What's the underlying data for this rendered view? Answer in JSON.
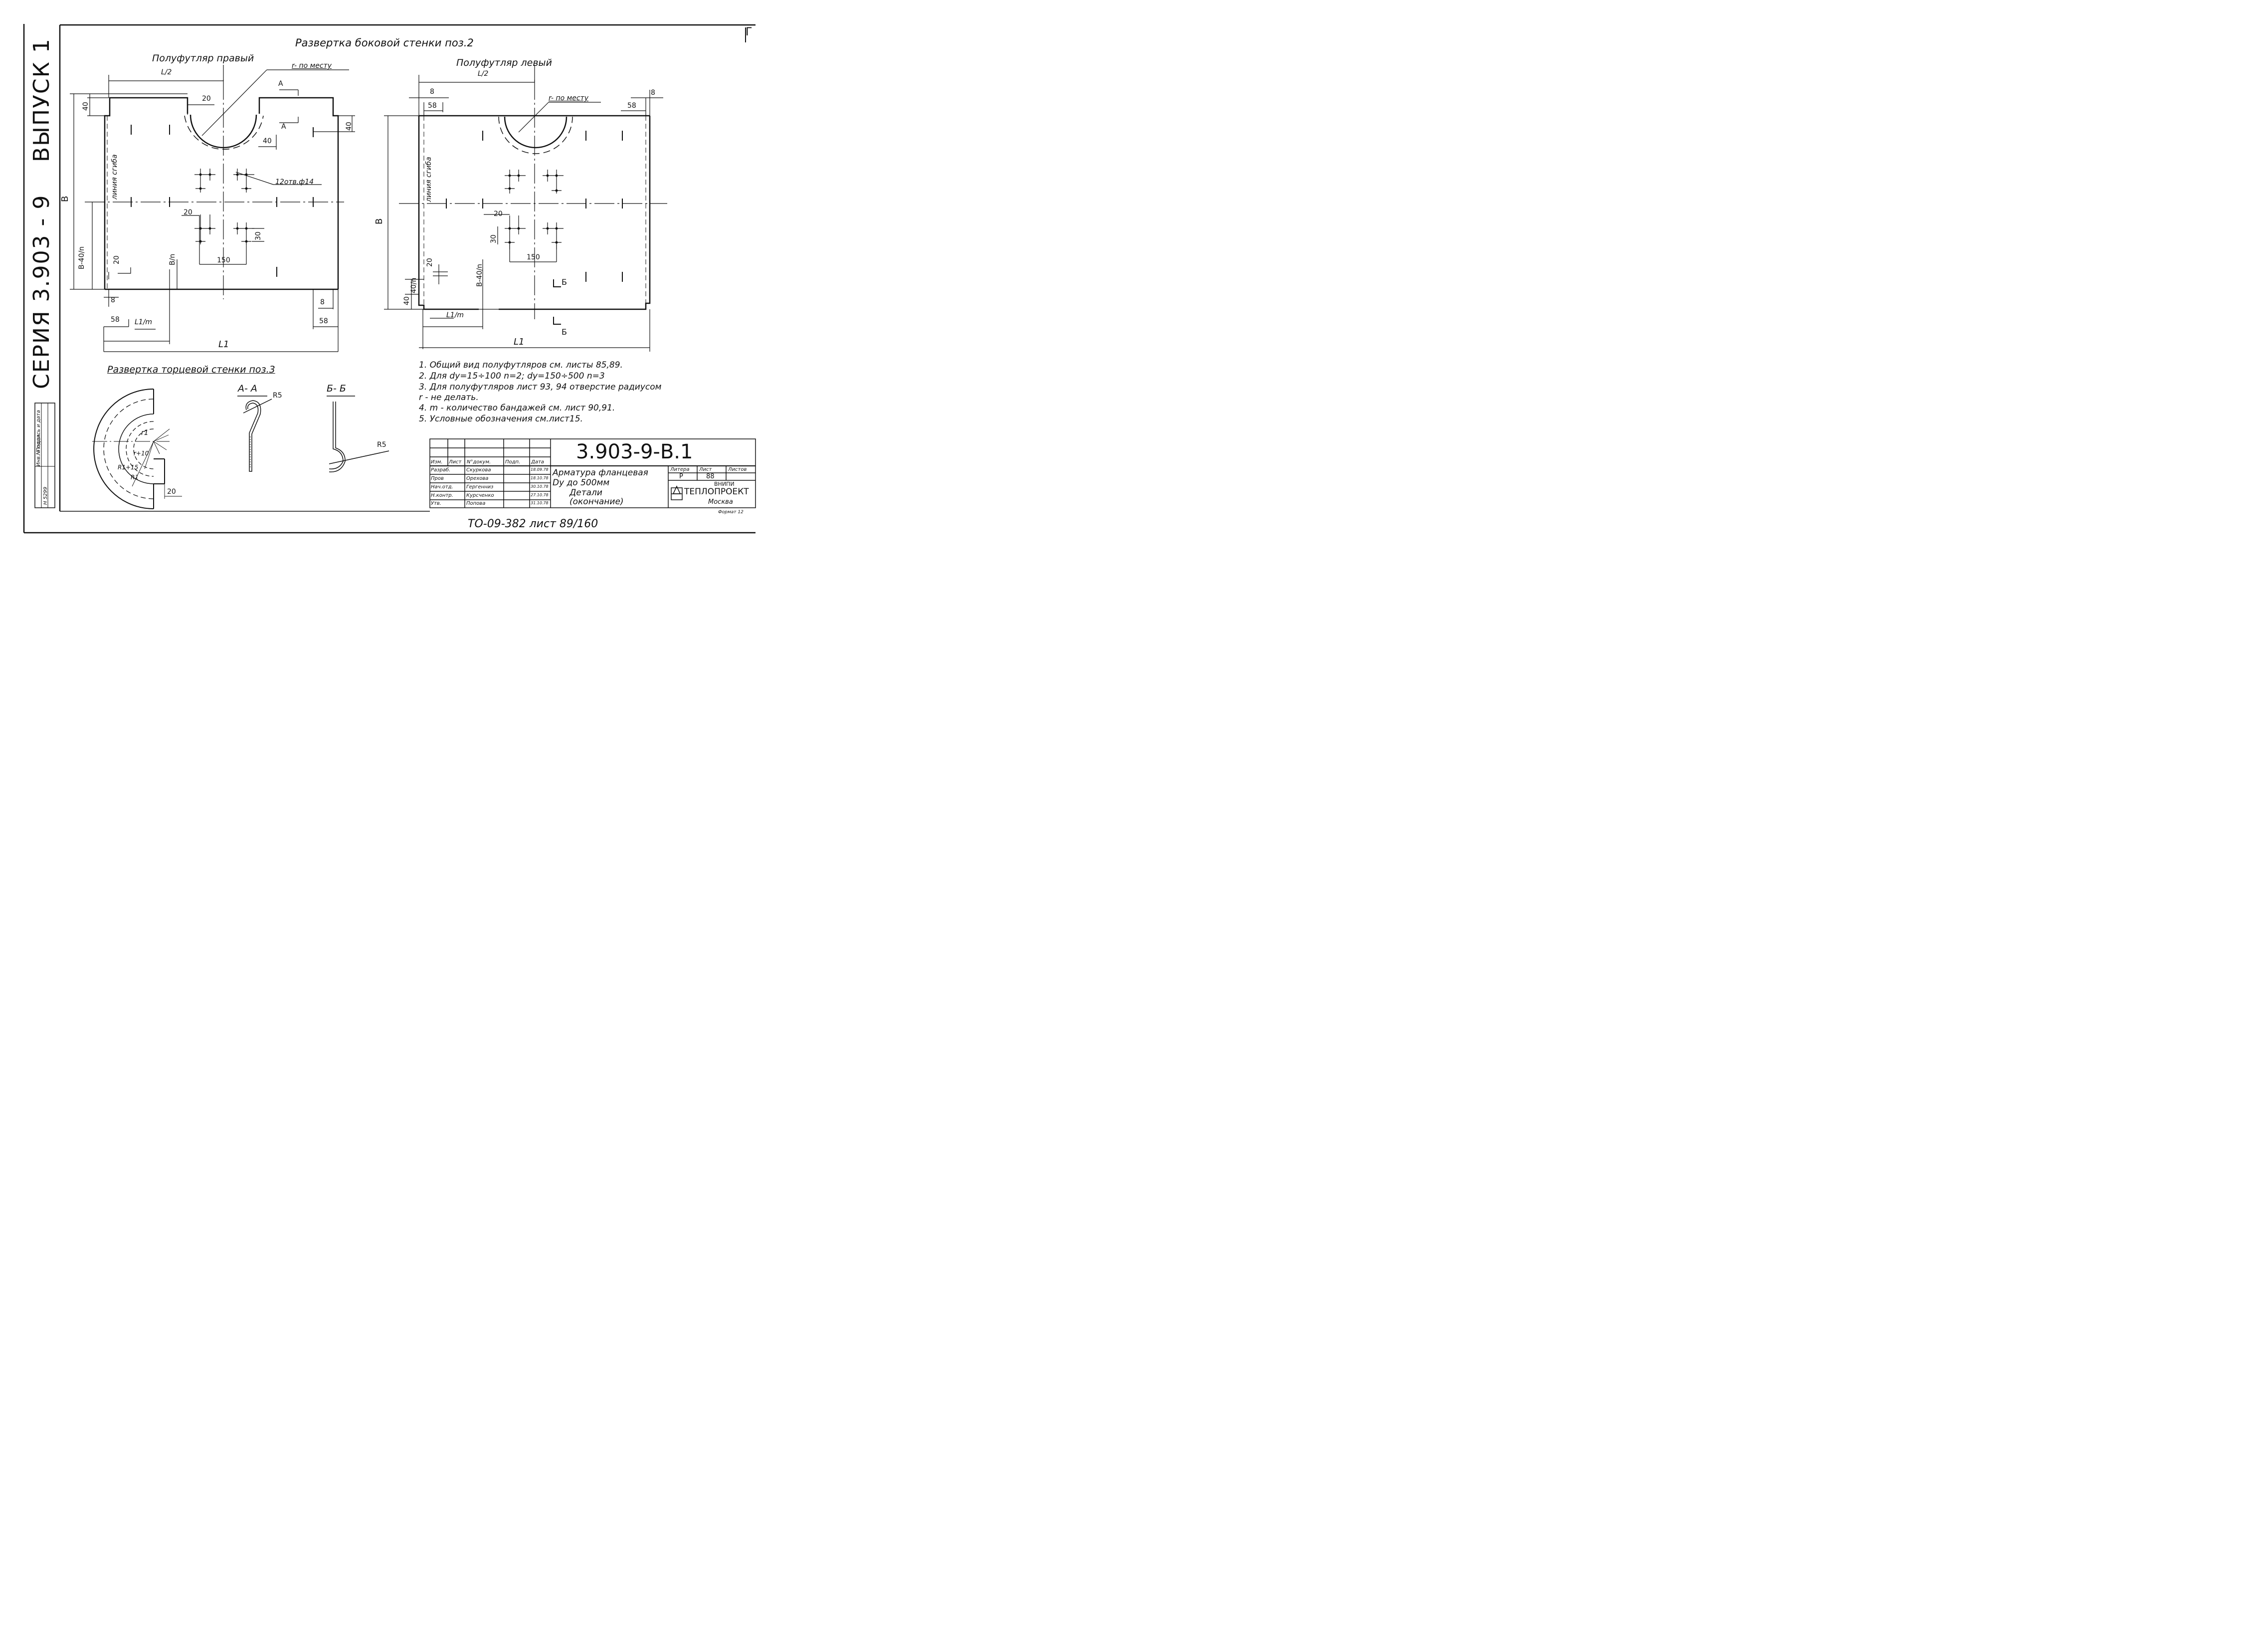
{
  "corner_mark": "Г",
  "side_margin": {
    "series": "СЕРИЯ 3.903 - 9",
    "issue": "ВЫПУСК 1",
    "inv_label": "Инв.№ подл.",
    "inv_no": "Н 5299",
    "sign_label": "Подпись и дата"
  },
  "sheet_title": "Развертка боковой стенки поз.2",
  "left_view": {
    "title": "Полуфутляр правый",
    "r_note": "r- по месту",
    "bend_line": "линия сгиба",
    "holes_note": "12отв.ф14",
    "dims": {
      "half_L": "L/2",
      "d40_top": "40",
      "d20_top": "20",
      "sec_A": "A",
      "d40_r": "40",
      "d40_cut": "40",
      "B": "B",
      "B40": "B-40/n",
      "Bn": "B/n",
      "d20_mid": "20",
      "d30": "30",
      "d150": "150",
      "d20_small": "20",
      "d8_l": "8",
      "d58_l": "58",
      "L1m": "L1/m",
      "d8_r": "8",
      "d58_r": "58",
      "L1": "L1"
    }
  },
  "right_view": {
    "title": "Полуфутляр левый",
    "r_note": "r- по месту",
    "bend_line": "линия сгиба",
    "dims": {
      "half_L": "L/2",
      "d8_l": "8",
      "d58_l": "58",
      "d8_r": "8",
      "d58_r": "58",
      "B": "B",
      "d20_mid": "20",
      "d30": "30",
      "d150": "150",
      "d20_small": "20",
      "B40": "B-40/n",
      "d40": "40",
      "d40n": "40/n",
      "sec_B": "Б",
      "L1m": "L1/m",
      "L1": "L1"
    }
  },
  "end_wall": {
    "title": "Развертка торцевой стенки поз.3",
    "r1": "r1",
    "r_note": "r+10",
    "r_a": "R1+15",
    "r_b": "R1",
    "d20": "20"
  },
  "section_AA": {
    "title": "A- A",
    "radius": "R5"
  },
  "section_BB": {
    "title": "Б- Б",
    "radius": "R5"
  },
  "notes": [
    "1. Общий вид полуфутляров см. листы 85,89.",
    "2. Для dy=15÷100  n=2;  dy=150÷500  n=3",
    "3. Для полуфутляров лист 93, 94  отверстие радиусом",
    "   r - не делать.",
    "4. m - количество бандажей  см. лист 90,91.",
    "5. Условные обозначения см.лист15."
  ],
  "title_block": {
    "doc_number": "3.903-9-В.1",
    "header": [
      "Изм.",
      "Лист",
      "N°докум.",
      "Подп.",
      "Дата"
    ],
    "rows": [
      {
        "role": "Разраб.",
        "name": "Скуркова",
        "date": "18.09.78"
      },
      {
        "role": "Пров",
        "name": "Орехова",
        "date": "18.10.78"
      },
      {
        "role": "Нач.отд.",
        "name": "Гергенниз",
        "date": "30.10.78"
      },
      {
        "role": "Н.контр.",
        "name": "Курсченко",
        "date": "27.10.78"
      },
      {
        "role": "Утв.",
        "name": "Попова",
        "date": "31.10.78"
      }
    ],
    "desc": [
      "Арматура фланцевая",
      "Dy до 500мм",
      "Детали",
      "(окончание)"
    ],
    "lit_header": [
      "Литера",
      "Лист",
      "Листов"
    ],
    "lit_value": "Р",
    "sheet_no": "88",
    "org": [
      "ВНИПИ",
      "ТЕПЛОПРОЕКТ",
      "Москва"
    ],
    "format": "Формат 12"
  },
  "footer": "ТО-09-382  лист 89/160"
}
